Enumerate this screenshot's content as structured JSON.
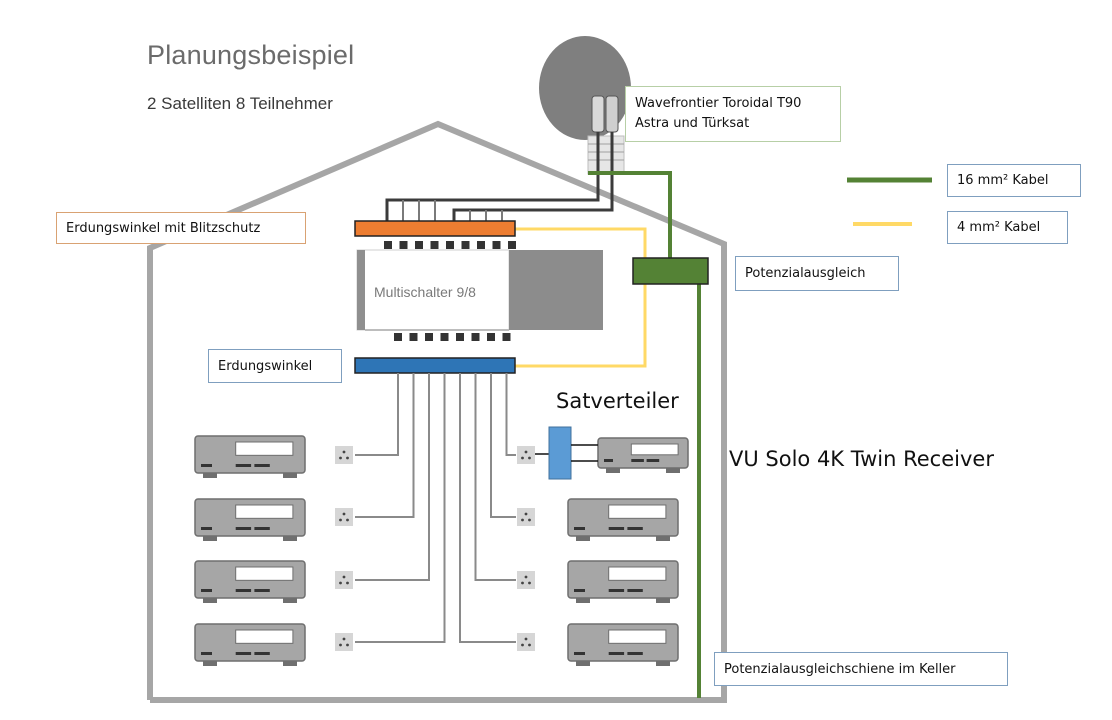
{
  "header": {
    "title": "Planungsbeispiel",
    "subtitle": "2 Satelliten 8 Teilnehmer"
  },
  "labels": {
    "antenna": [
      "Wavefrontier Toroidal T90",
      "Astra und Türksat"
    ],
    "lightning_ground": "Erdungswinkel mit Blitzschutz",
    "multiswitch": "Multischalter 9/8",
    "ground": "Erdungswinkel",
    "equipotential": "Potenzialausgleich",
    "splitter": "Satverteiler",
    "receiver": "VU Solo 4K Twin Receiver",
    "basement_bar": "Potenzialausgleichschiene im Keller"
  },
  "legend": [
    {
      "label": "16 mm² Kabel",
      "color": "#548235"
    },
    {
      "label": "4 mm² Kabel",
      "color": "#ffd966"
    }
  ],
  "colors": {
    "lightning_ground_bar": "#ed7d31",
    "ground_bar": "#2e75b6",
    "equipotential_box": "#548235",
    "splitter": "#5b9bd5",
    "house_outline": "#9a9a9a",
    "receiver": "#a6a6a6"
  },
  "counts": {
    "satellites": 2,
    "subscribers": 8,
    "lnb_lines": 9,
    "outputs": 8
  }
}
